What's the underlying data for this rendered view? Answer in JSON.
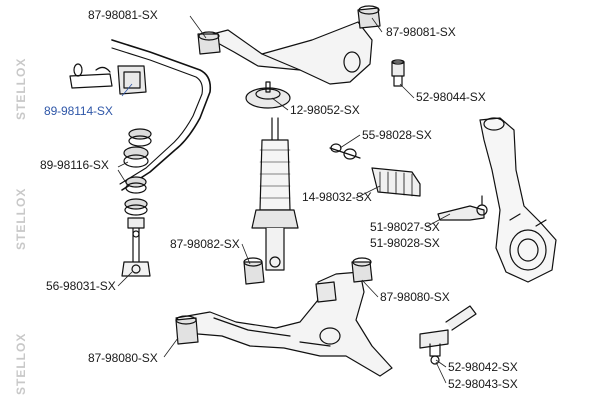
{
  "watermark": "STELLOX",
  "highlight_color": "#2f57a8",
  "labels": {
    "l1": "87-98081-SX",
    "l2": "87-98081-SX",
    "l3": "89-98114-SX",
    "l4": "12-98052-SX",
    "l5": "52-98044-SX",
    "l6": "55-98028-SX",
    "l7": "89-98116-SX",
    "l8": "14-98032-SX",
    "l9": "51-98027-SX",
    "l10": "51-98028-SX",
    "l11": "87-98082-SX",
    "l12": "56-98031-SX",
    "l13": "87-98080-SX",
    "l14": "87-98080-SX",
    "l15": "52-98042-SX",
    "l16": "52-98043-SX"
  }
}
